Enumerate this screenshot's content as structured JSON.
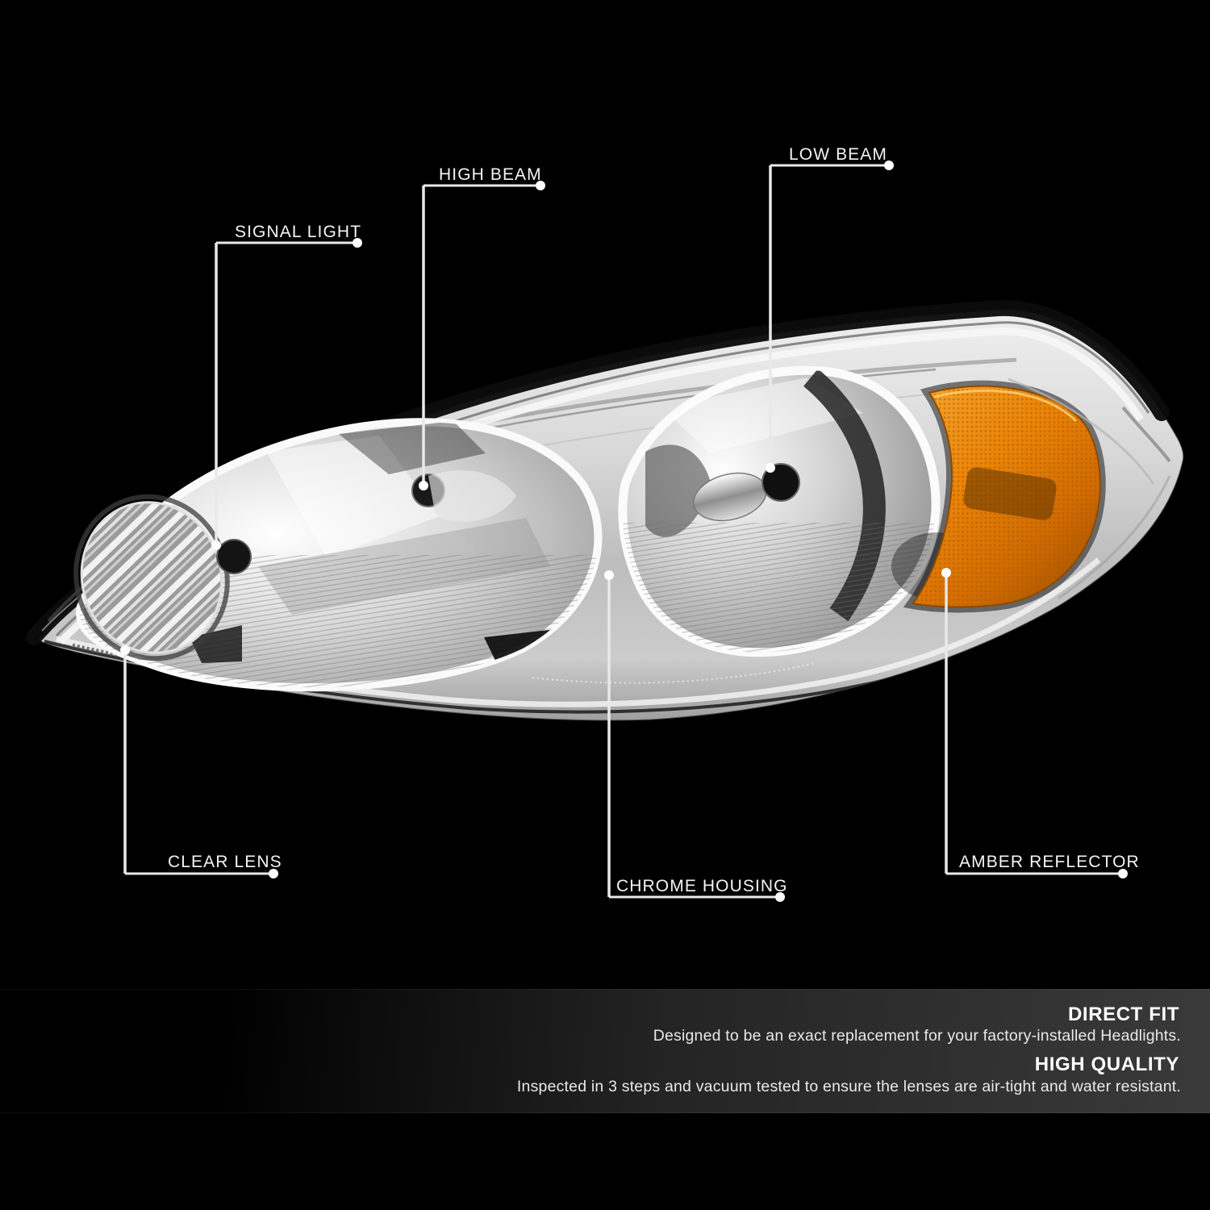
{
  "page": {
    "type": "annotated product infographic",
    "subject": "Chrome housing halogen headlight assembly (driver side)"
  },
  "colors": {
    "background": "#000000",
    "chrome": "#cfcfcf",
    "amber_reflector": "#ec8407",
    "callout_line": "#ebebeb",
    "label_text": "#f4f4f4",
    "info_band": "#3a3a3a"
  },
  "callouts": {
    "signal_light": {
      "label": "SIGNAL LIGHT"
    },
    "high_beam": {
      "label": "HIGH BEAM"
    },
    "low_beam": {
      "label": "LOW BEAM"
    },
    "clear_lens": {
      "label": "CLEAR LENS"
    },
    "chrome_housing": {
      "label": "CHROME HOUSING"
    },
    "amber_reflector": {
      "label": "AMBER REFLECTOR"
    }
  },
  "info": {
    "sections": [
      {
        "heading": "DIRECT FIT",
        "body": "Designed to be an exact replacement for your factory-installed Headlights."
      },
      {
        "heading": "HIGH QUALITY",
        "body": "Inspected in 3 steps and vacuum tested to ensure the lenses are air-tight and water resistant."
      }
    ]
  }
}
